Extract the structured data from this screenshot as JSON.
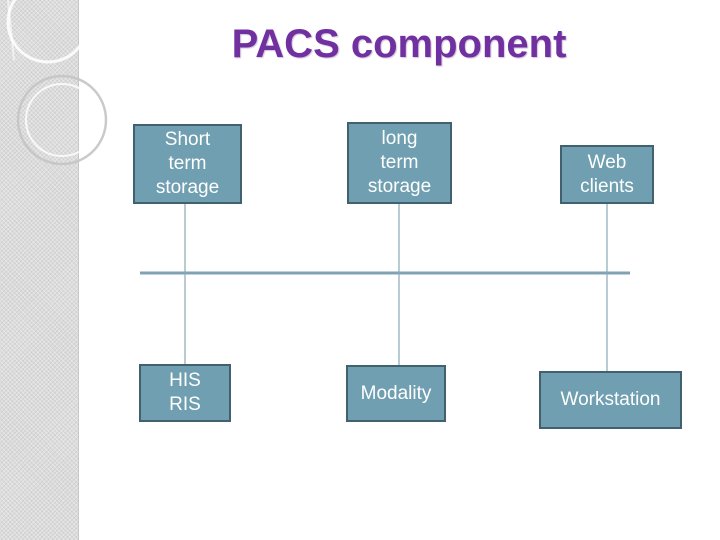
{
  "title": "PACS component",
  "nodes": {
    "short_term_storage": "Short\nterm\nstorage",
    "long_term_storage": "long\nterm\nstorage",
    "web_clients": "Web\nclients",
    "his_ris": "HIS\nRIS",
    "modality": "Modality",
    "workstation": "Workstation"
  },
  "colors": {
    "title": "#7030a0",
    "node_fill": "#6f9fb0",
    "node_border": "#41616e",
    "bus_line": "#7fa3b3"
  }
}
